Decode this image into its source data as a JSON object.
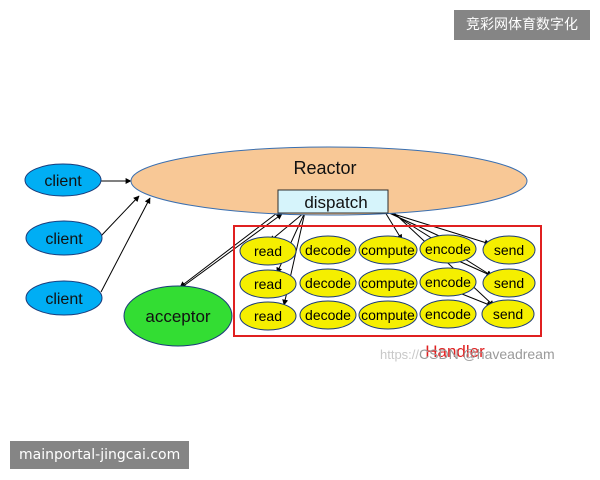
{
  "diagram": {
    "reactor": {
      "label": "Reactor",
      "color": "#f8c896"
    },
    "dispatch": {
      "label": "dispatch",
      "color": "#d6f4fb"
    },
    "clients": [
      "client",
      "client",
      "client"
    ],
    "client_color": "#00aef4",
    "acceptor": {
      "label": "acceptor",
      "color": "#33dd33"
    },
    "handler": {
      "label": "Handler",
      "border_color": "#e02020",
      "node_color": "#f5ef00",
      "rows": [
        [
          "read",
          "decode",
          "compute",
          "encode",
          "send"
        ],
        [
          "read",
          "decode",
          "compute",
          "encode",
          "send"
        ],
        [
          "read",
          "decode",
          "compute",
          "encode",
          "send"
        ]
      ]
    }
  },
  "watermark": {
    "prefix": "https://",
    "text": "CSDN @haveadream"
  },
  "overlays": {
    "top_right": "竞彩网体育数字化",
    "bottom_left": "mainportal-jingcai.com"
  }
}
